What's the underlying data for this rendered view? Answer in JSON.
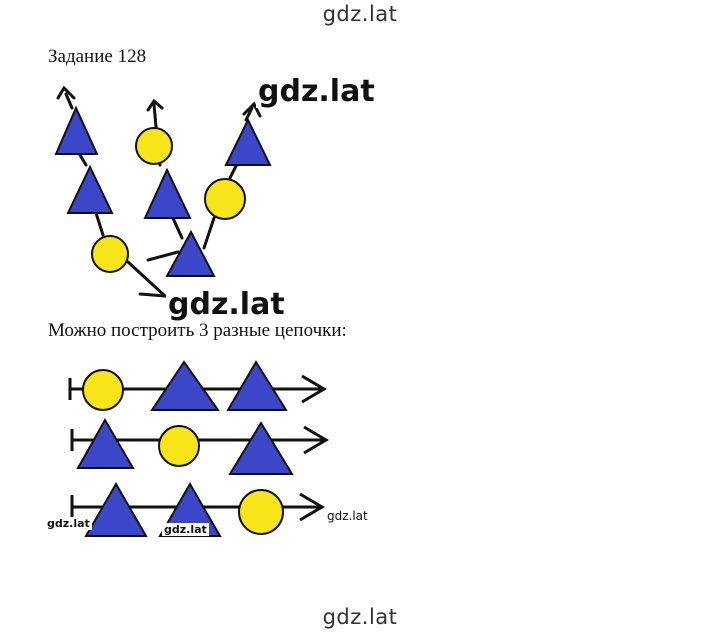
{
  "watermark_top": "gdz.lat",
  "watermark_bottom": "gdz.lat",
  "watermark_overlay_1": "gdz.lat",
  "watermark_overlay_2": "gdz.lat",
  "watermark_small_1": "gdz.lat",
  "watermark_small_2": "gdz.lat",
  "watermark_small_3": "gdz.lat",
  "task_title": "Задание 128",
  "chains_caption": "Можно построить 3 разные цепочки:",
  "colors": {
    "triangle_fill": "#3b47c8",
    "circle_fill": "#f7e51a",
    "line": "#111111"
  },
  "tree_diagram": {
    "root": "triangle",
    "branches": [
      [
        "circle",
        "triangle",
        "triangle"
      ],
      [
        "triangle",
        "circle"
      ],
      [
        "circle",
        "triangle"
      ]
    ]
  },
  "chains": [
    [
      "circle",
      "triangle",
      "triangle"
    ],
    [
      "triangle",
      "circle",
      "triangle"
    ],
    [
      "triangle",
      "triangle",
      "circle"
    ]
  ]
}
